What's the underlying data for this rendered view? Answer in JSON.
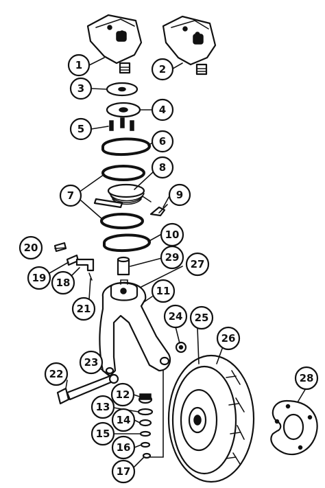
{
  "callouts": [
    {
      "label": "1"
    },
    {
      "label": "2"
    },
    {
      "label": "3"
    },
    {
      "label": "4"
    },
    {
      "label": "5"
    },
    {
      "label": "6"
    },
    {
      "label": "7"
    },
    {
      "label": "8"
    },
    {
      "label": "9"
    },
    {
      "label": "10"
    },
    {
      "label": "11"
    },
    {
      "label": "12"
    },
    {
      "label": "13"
    },
    {
      "label": "14"
    },
    {
      "label": "15"
    },
    {
      "label": "16"
    },
    {
      "label": "17"
    },
    {
      "label": "18"
    },
    {
      "label": "19"
    },
    {
      "label": "20"
    },
    {
      "label": "21"
    },
    {
      "label": "22"
    },
    {
      "label": "23"
    },
    {
      "label": "24"
    },
    {
      "label": "25"
    },
    {
      "label": "26"
    },
    {
      "label": "27"
    },
    {
      "label": "28"
    },
    {
      "label": "29"
    }
  ]
}
